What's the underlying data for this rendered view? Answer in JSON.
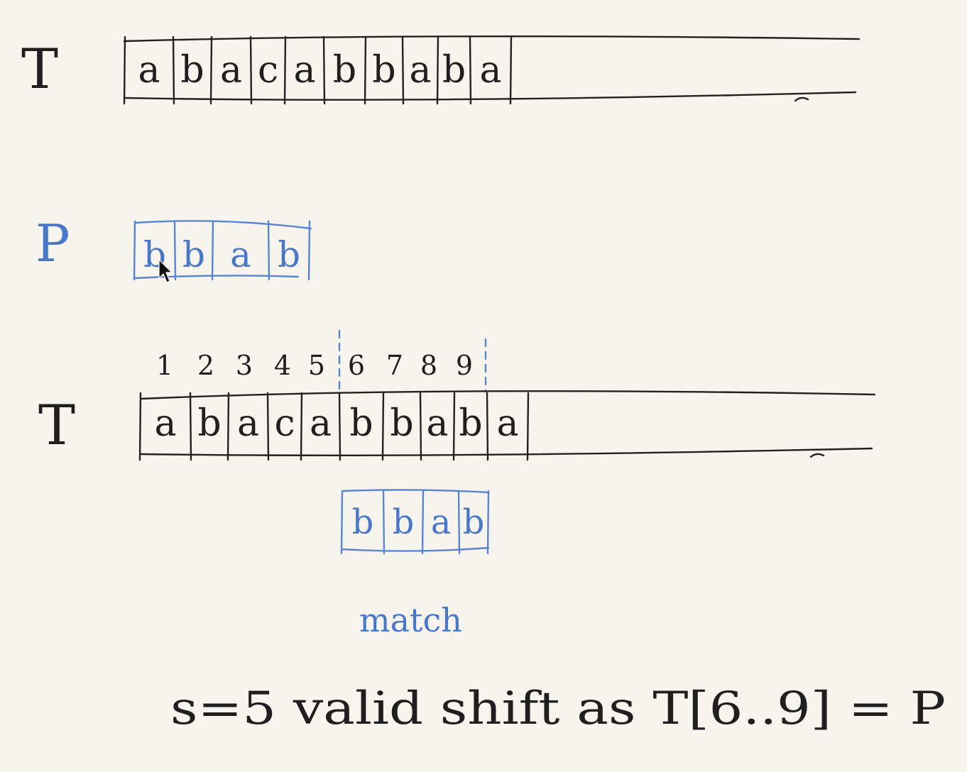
{
  "labels": {
    "text_top": "T",
    "pattern": "P",
    "text_bottom": "T",
    "match": "match",
    "conclusion": "s=5 valid shift as T[6..9] = P"
  },
  "text_chars": [
    "a",
    "b",
    "a",
    "c",
    "a",
    "b",
    "b",
    "a",
    "b",
    "a"
  ],
  "pattern_chars": [
    "b",
    "b",
    "a",
    "b"
  ],
  "indices": [
    "1",
    "2",
    "3",
    "4",
    "5",
    "6",
    "7",
    "8",
    "9"
  ],
  "colors": {
    "background": "#f6f4ec",
    "ink": "#1f1f1f",
    "blue": "#4a78c8"
  },
  "cursor": "arrow-cursor-icon"
}
